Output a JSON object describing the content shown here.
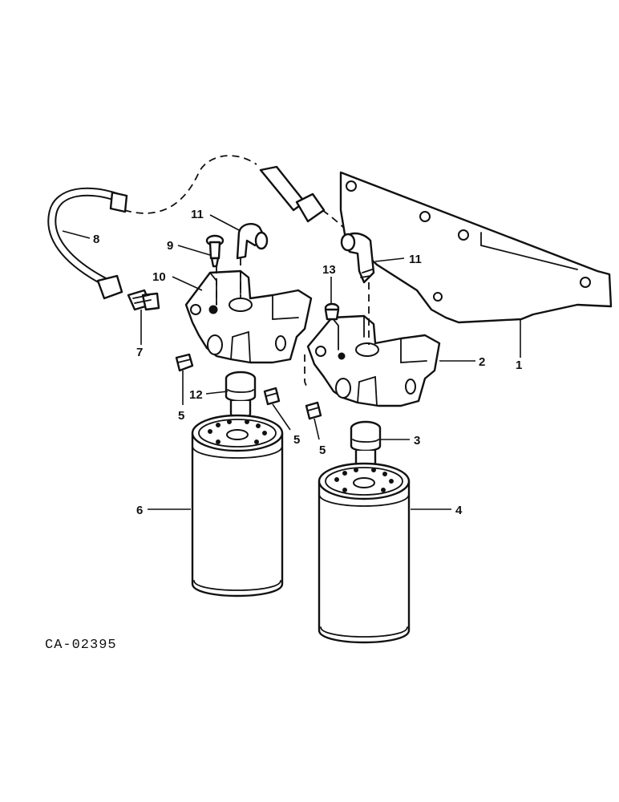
{
  "drawing_code": "CA-02395",
  "callouts": {
    "c1": "1",
    "c2": "2",
    "c3": "3",
    "c4": "4",
    "c5a": "5",
    "c5b": "5",
    "c5c": "5",
    "c6": "6",
    "c7": "7",
    "c8": "8",
    "c9": "9",
    "c10": "10",
    "c11a": "11",
    "c11b": "11",
    "c12": "12",
    "c13": "13"
  },
  "colors": {
    "ink": "#111111",
    "paper": "#ffffff"
  }
}
